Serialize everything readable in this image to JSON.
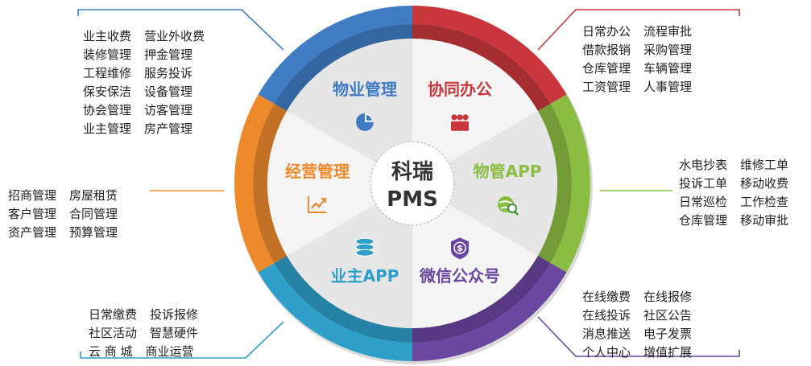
{
  "center": {
    "line1": "科瑞",
    "line2": "PMS"
  },
  "segments": [
    {
      "key": "property",
      "label": "物业管理",
      "color": "#3f7cc4",
      "icon": "pie-chart-icon"
    },
    {
      "key": "office",
      "label": "协同办公",
      "color": "#c9363c",
      "icon": "people-icon"
    },
    {
      "key": "mobile",
      "label": "物管APP",
      "color": "#8cbd43",
      "icon": "globe-search-icon"
    },
    {
      "key": "wechat",
      "label": "微信公众号",
      "color": "#6a47a0",
      "icon": "dollar-shield-icon"
    },
    {
      "key": "owner",
      "label": "业主APP",
      "color": "#2e9fc8",
      "icon": "database-icon"
    },
    {
      "key": "business",
      "label": "经营管理",
      "color": "#ee8a2c",
      "icon": "trend-chart-icon"
    }
  ],
  "lists": {
    "property": [
      [
        "业主收费",
        "营业外收费"
      ],
      [
        "装修管理",
        "押金管理"
      ],
      [
        "工程维修",
        "服务投诉"
      ],
      [
        "保安保洁",
        "设备管理"
      ],
      [
        "协会管理",
        "访客管理"
      ],
      [
        "业主管理",
        "房产管理"
      ]
    ],
    "office": [
      [
        "日常办公",
        "流程审批"
      ],
      [
        "借款报销",
        "采购管理"
      ],
      [
        "仓库管理",
        "车辆管理"
      ],
      [
        "工资管理",
        "人事管理"
      ]
    ],
    "mobile": [
      [
        "水电抄表",
        "维修工单"
      ],
      [
        "投诉工单",
        "移动收费"
      ],
      [
        "日常巡检",
        "工作检查"
      ],
      [
        "仓库管理",
        "移动审批"
      ]
    ],
    "wechat": [
      [
        "在线缴费",
        "在线报修"
      ],
      [
        "在线投诉",
        "社区公告"
      ],
      [
        "消息推送",
        "电子发票"
      ],
      [
        "个人中心",
        "增值扩展"
      ]
    ],
    "owner": [
      [
        "日常缴费",
        "投诉报修"
      ],
      [
        "社区活动",
        "智慧硬件"
      ],
      [
        "云 商 城",
        "商业运营"
      ]
    ],
    "business": [
      [
        "招商管理",
        "房屋租赁"
      ],
      [
        "客户管理",
        "合同管理"
      ],
      [
        "资产管理",
        "预算管理"
      ]
    ]
  }
}
